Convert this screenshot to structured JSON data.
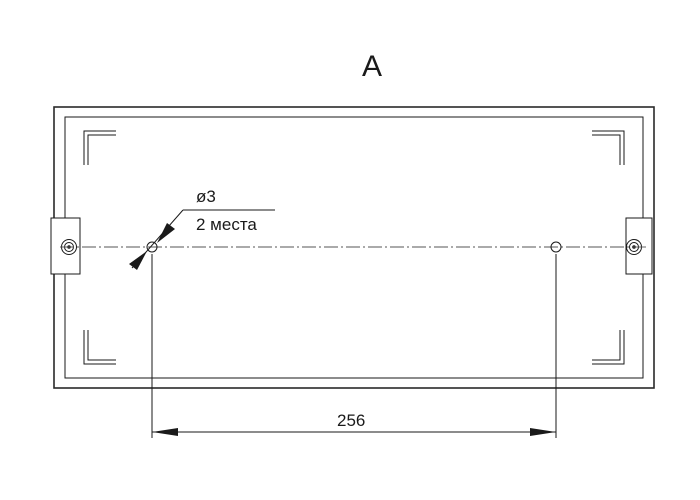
{
  "drawing": {
    "view_label": "A",
    "hole_callout": {
      "diameter": "ø3",
      "quantity": "2 места"
    },
    "dimension_value": "256",
    "colors": {
      "line": "#1a1a1a",
      "background": "#ffffff"
    }
  }
}
